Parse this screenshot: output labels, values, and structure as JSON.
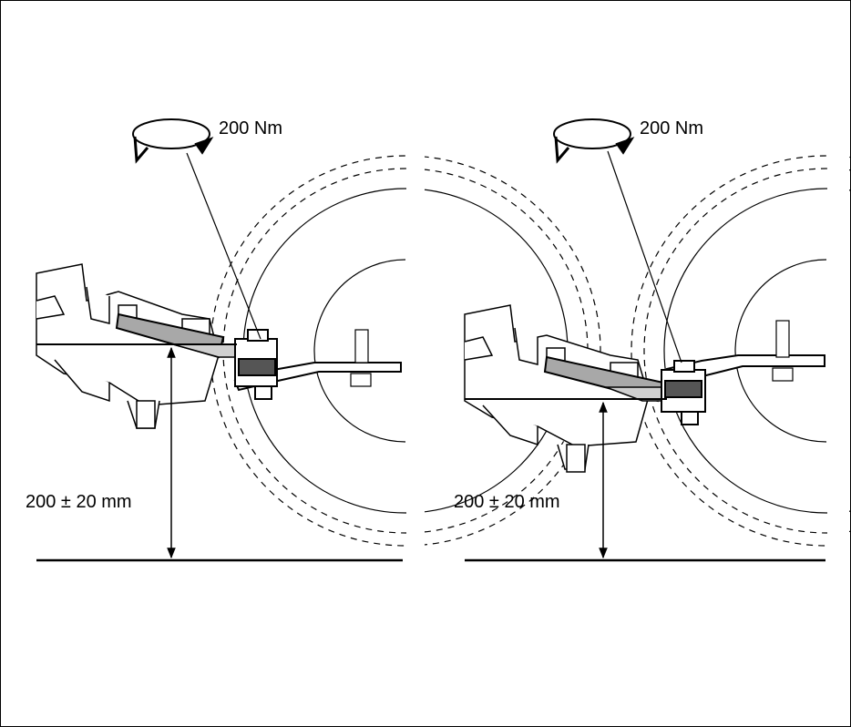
{
  "panels": [
    {
      "id": "left",
      "torque_label": "200 Nm",
      "height_label": "200 ± 20 mm"
    },
    {
      "id": "right",
      "torque_label": "200 Nm",
      "height_label": "200 ± 20 mm"
    }
  ],
  "colors": {
    "line": "#000000",
    "shade_light": "#c8c8c8",
    "shade_dark": "#5a5a5a",
    "background": "#ffffff"
  },
  "icons": [
    "rotation-arrow-icon",
    "dimension-arrow-icon"
  ]
}
